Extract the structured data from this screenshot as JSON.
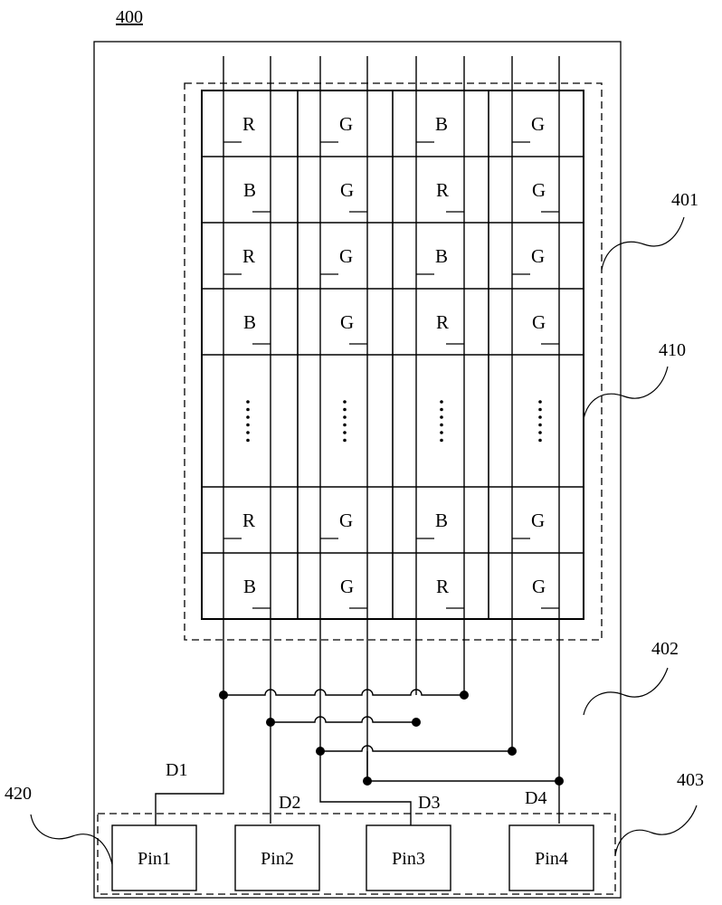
{
  "figure_label": "400",
  "labels": {
    "display_area": "401",
    "pixel_array": "410",
    "wiring_area": "402",
    "bonding_area": "403",
    "pin_group": "420"
  },
  "signal_lines": [
    "D1",
    "D2",
    "D3",
    "D4"
  ],
  "pins": [
    "Pin1",
    "Pin2",
    "Pin3",
    "Pin4"
  ],
  "pixel_rows_top": [
    [
      "R",
      "G",
      "B",
      "G"
    ],
    [
      "B",
      "G",
      "R",
      "G"
    ],
    [
      "R",
      "G",
      "B",
      "G"
    ],
    [
      "B",
      "G",
      "R",
      "G"
    ]
  ],
  "pixel_rows_bottom": [
    [
      "R",
      "G",
      "B",
      "G"
    ],
    [
      "B",
      "G",
      "R",
      "G"
    ]
  ],
  "ellipsis": "......"
}
